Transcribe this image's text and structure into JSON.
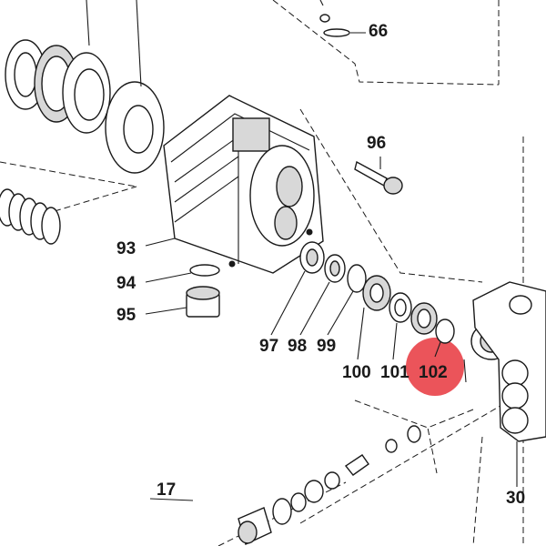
{
  "diagram": {
    "labels": [
      {
        "id": "66",
        "text": "66"
      },
      {
        "id": "96",
        "text": "96"
      },
      {
        "id": "93",
        "text": "93"
      },
      {
        "id": "94",
        "text": "94"
      },
      {
        "id": "95",
        "text": "95"
      },
      {
        "id": "97",
        "text": "97"
      },
      {
        "id": "98",
        "text": "98"
      },
      {
        "id": "99",
        "text": "99"
      },
      {
        "id": "100",
        "text": "100"
      },
      {
        "id": "101",
        "text": "101"
      },
      {
        "id": "102",
        "text": "102"
      },
      {
        "id": "17",
        "text": "17"
      },
      {
        "id": "30",
        "text": "30"
      }
    ],
    "highlight": {
      "target": "102",
      "color": "#e8363d"
    },
    "colors": {
      "ink": "#1a1a1a",
      "highlight": "#e8363d",
      "background": "#ffffff"
    }
  }
}
